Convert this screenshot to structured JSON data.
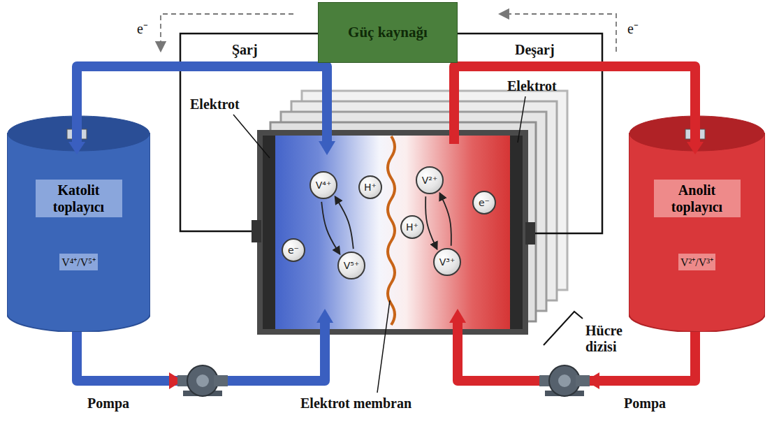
{
  "diagram": {
    "nodes": [
      {
        "text": [
          "Güç kaynağı"
        ]
      },
      {
        "text": [
          "Katolit toplayıcı",
          "V⁴⁺/V⁵⁺"
        ]
      },
      {
        "text": [
          "V⁴⁺"
        ]
      },
      {
        "text": [
          "H⁺"
        ]
      },
      {
        "text": [
          "e⁻"
        ]
      },
      {
        "text": [
          "V⁵⁺"
        ]
      },
      {
        "text": [
          "V²⁺"
        ]
      },
      {
        "text": [
          "H⁺"
        ]
      },
      {
        "text": [
          "e⁻"
        ]
      },
      {
        "text": [
          "V³⁺"
        ]
      },
      {
        "text": [
          "Anolit toplayıcı",
          "V²⁺/V³⁺"
        ]
      }
    ],
    "edges": [
      {
        "from": 2,
        "to": 5,
        "arrow": "to"
      },
      {
        "from": 5,
        "to": 2,
        "arrow": "to"
      },
      {
        "from": 6,
        "to": 9,
        "arrow": "to"
      },
      {
        "from": 9,
        "to": 6,
        "arrow": "to"
      }
    ],
    "labels": [
      "e⁻",
      "e⁻",
      "Şarj",
      "Deşarj",
      "Elektrot",
      "Elektrot",
      "Hücre dizisi",
      "Pompa",
      "Pompa",
      "Elektrot membran"
    ]
  }
}
